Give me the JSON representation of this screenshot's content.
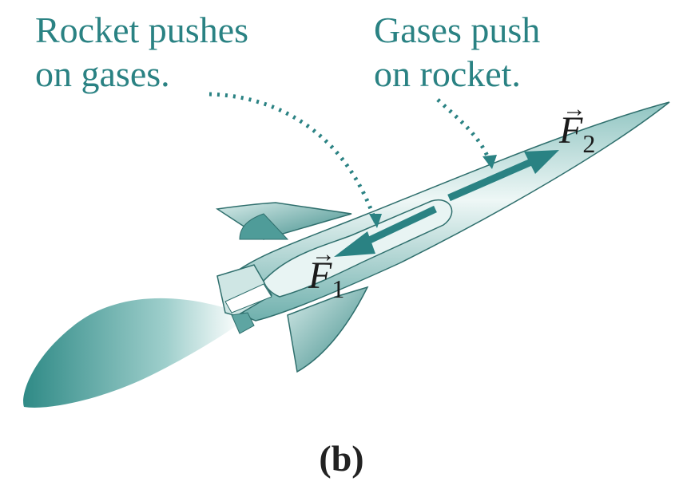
{
  "labels": {
    "left_line1": "Rocket pushes",
    "left_line2": "on gases.",
    "right_line1": "Gases push",
    "right_line2": "on rocket."
  },
  "forces": {
    "f1_symbol": "F",
    "f1_sub": "1",
    "f2_symbol": "F",
    "f2_sub": "2",
    "vector_arrow": "→"
  },
  "caption": "(b)",
  "colors": {
    "teal": "#2a8283",
    "rocket_body": "#bfe0de",
    "flame": "#3f9794"
  }
}
